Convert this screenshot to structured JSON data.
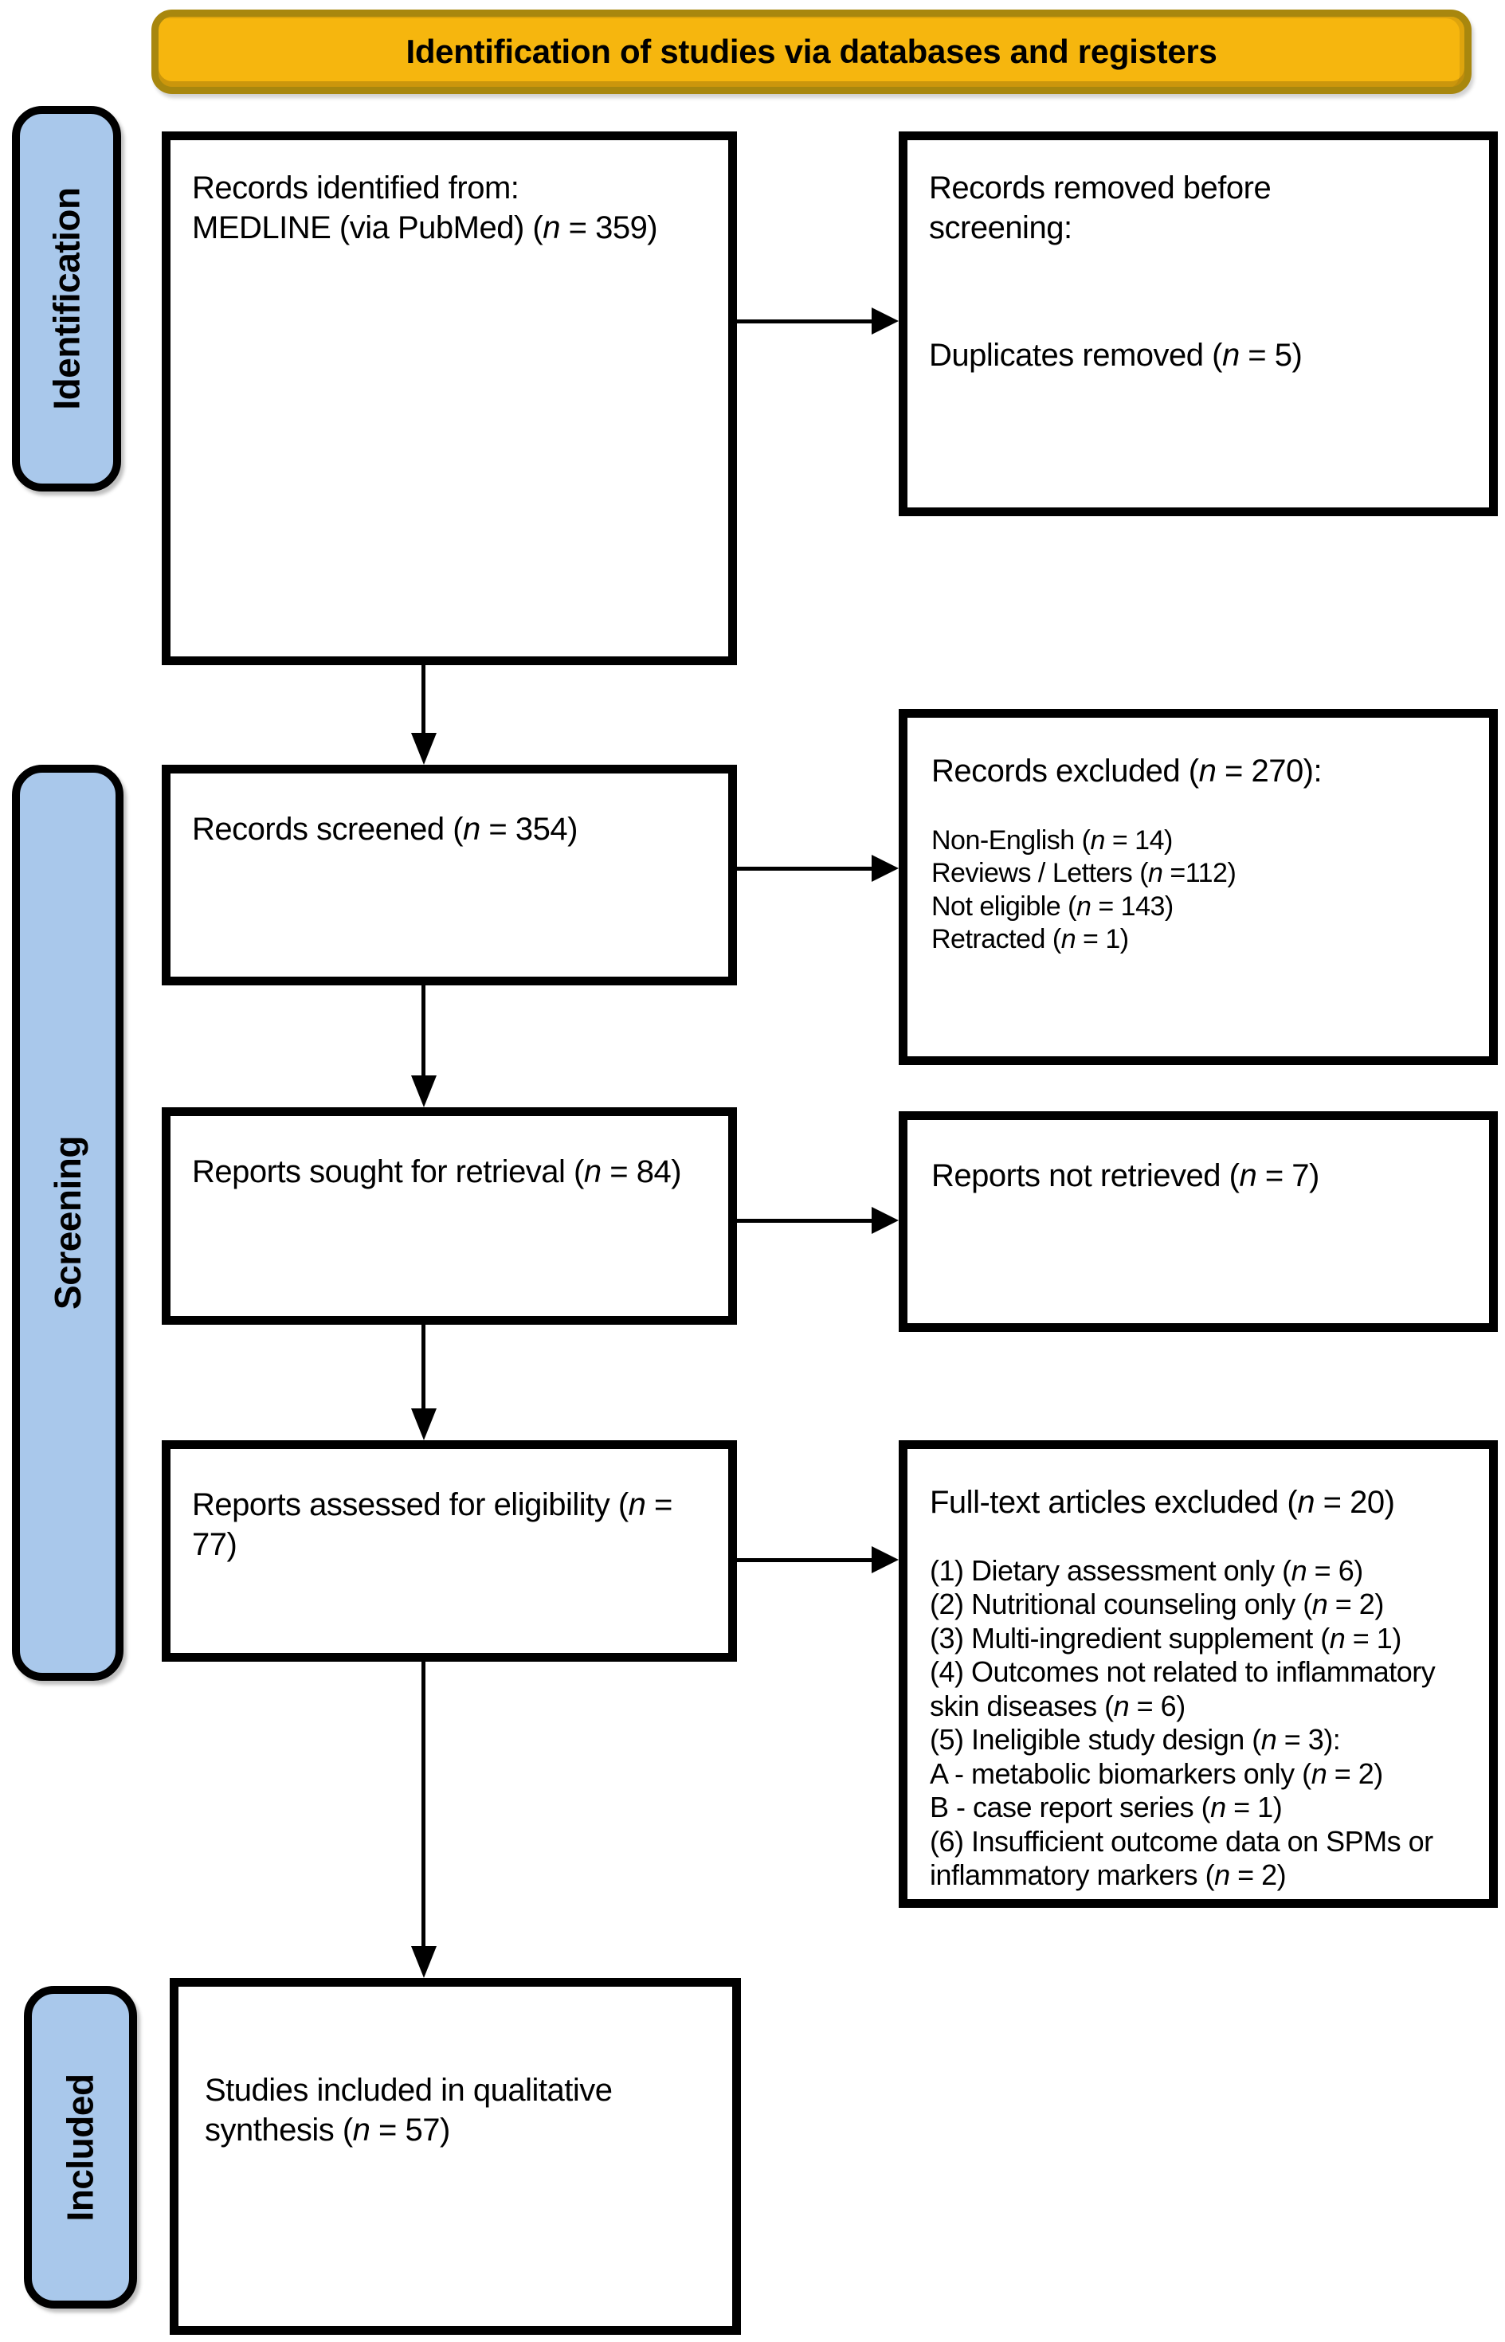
{
  "banner": {
    "title": "Identification of studies via databases and registers"
  },
  "stages": [
    {
      "label": "Identification"
    },
    {
      "label": "Screening"
    },
    {
      "label": "Included"
    }
  ],
  "boxes": {
    "identified": {
      "lines": [
        "Records identified from:",
        "MEDLINE (via PubMed) (n = 359)"
      ]
    },
    "removed": {
      "heading": "Records removed before screening:",
      "items": [
        "Duplicates removed (n = 5)"
      ]
    },
    "screened": {
      "text": "Records screened (n = 354)"
    },
    "excluded": {
      "heading": "Records excluded (n = 270):",
      "items": [
        "Non-English (n = 14)",
        "Reviews / Letters (n =112)",
        "Not eligible (n = 143)",
        "Retracted (n = 1)"
      ]
    },
    "sought": {
      "text": "Reports sought for retrieval (n = 84)"
    },
    "not_retrieved": {
      "text": "Reports not retrieved (n = 7)"
    },
    "assessed": {
      "text": "Reports assessed for eligibility (n = 77)"
    },
    "fulltext_excluded": {
      "heading": "Full-text articles excluded (n = 20)",
      "items": [
        "(1) Dietary assessment only (n = 6)",
        "(2) Nutritional counseling only (n = 2)",
        "(3) Multi-ingredient supplement (n = 1)",
        "(4) Outcomes not related to inflammatory skin diseases (n = 6)",
        "(5) Ineligible study design (n = 3):",
        "A - metabolic biomarkers only (n = 2)",
        "B - case report series (n = 1)",
        "(6) Insufficient outcome data on SPMs or inflammatory markers (n = 2)"
      ]
    },
    "included": {
      "text": "Studies included in qualitative synthesis (n = 57)"
    }
  },
  "colors": {
    "background": "#FFFFFF",
    "banner_fill": "#F6B60E",
    "banner_border": "#A8870E",
    "stage_fill": "#A9C8EB",
    "box_border": "#000000"
  }
}
